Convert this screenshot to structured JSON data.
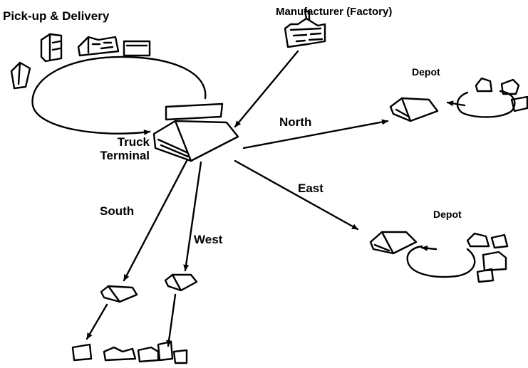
{
  "diagram": {
    "labels": {
      "pickup": "Pick-up & Delivery",
      "manufacturer": "Manufacturer (Factory)",
      "terminal_line1": "Truck",
      "terminal_line2": "Terminal",
      "north": "North",
      "east": "East",
      "south": "South",
      "west": "West",
      "depot_north": "Depot",
      "depot_east": "Depot"
    },
    "colors": {
      "ink": "#000000",
      "background": "#ffffff"
    }
  }
}
